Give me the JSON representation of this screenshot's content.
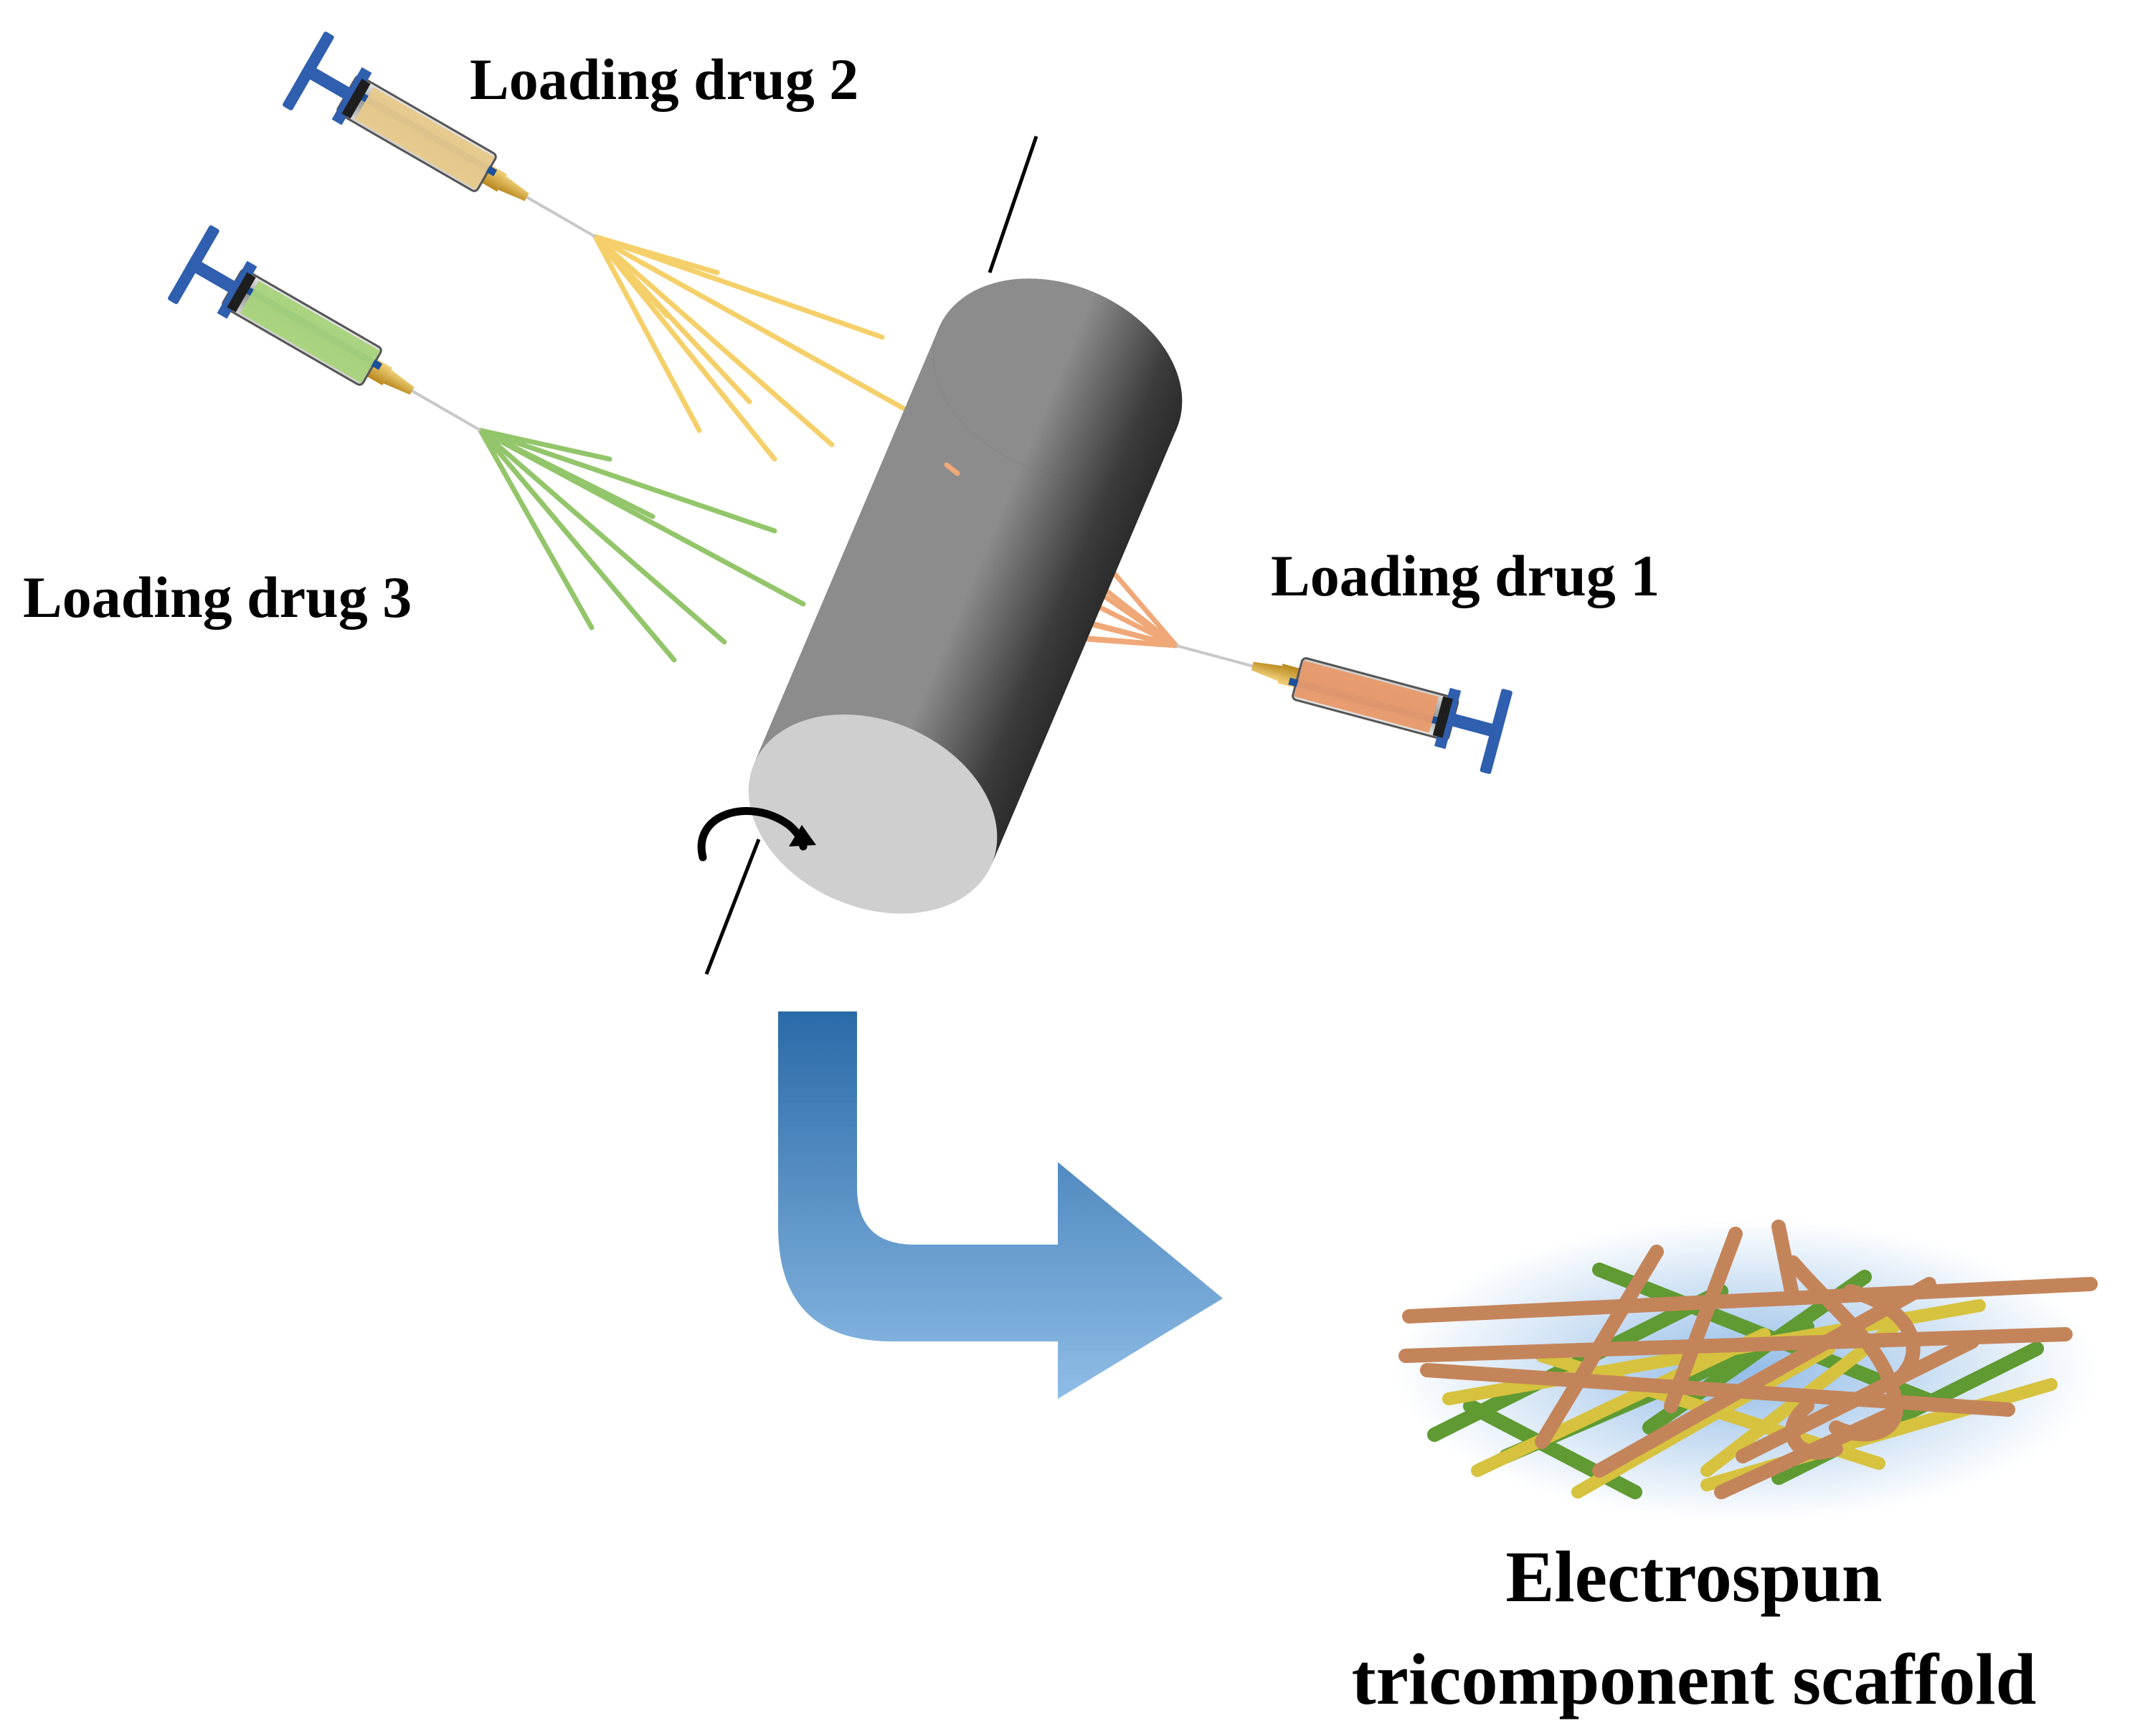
{
  "labels": {
    "drug1": "Loading drug 1",
    "drug2": "Loading drug 2",
    "drug3": "Loading drug 3",
    "product_line1": "Electrospun",
    "product_line2": "tricomponent scaffold"
  },
  "colors": {
    "background": "#ffffff",
    "drum_dark": "#111111",
    "drum_face": "#cfcfcf",
    "syringe_blue": "#2f5fae",
    "drug1_fiber": "#f0a878",
    "drug2_fiber": "#f5d06a",
    "drug3_fiber": "#93c56a",
    "arrow_top": "#2a6aa8",
    "arrow_bottom": "#8fbde6",
    "scaffold_brown": "#c9895a",
    "scaffold_yellow": "#d8c545",
    "scaffold_green": "#6aa63a"
  },
  "icons": [
    "syringe-icon",
    "rotation-arrow-icon",
    "process-arrow-icon",
    "fiber-mat-icon"
  ]
}
